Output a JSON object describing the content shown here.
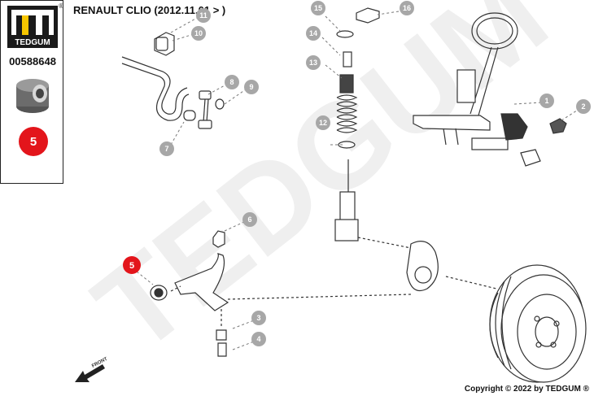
{
  "brand": {
    "name": "TEDGUM",
    "registered": "®",
    "watermark": "TEDGUM"
  },
  "part_number": "00588648",
  "title": "RENAULT CLIO (2012.11.01 > )",
  "highlighted_part": "5",
  "callouts": [
    "1",
    "2",
    "3",
    "4",
    "5",
    "6",
    "7",
    "8",
    "9",
    "10",
    "11",
    "12",
    "13",
    "14",
    "15",
    "16"
  ],
  "front_label": "FRONT",
  "copyright": "Copyright © 2022 by TEDGUM ®",
  "colors": {
    "accent": "#e3151b",
    "callout_grey": "#a7a7a7",
    "line": "#333333",
    "watermark": "#efefef"
  }
}
